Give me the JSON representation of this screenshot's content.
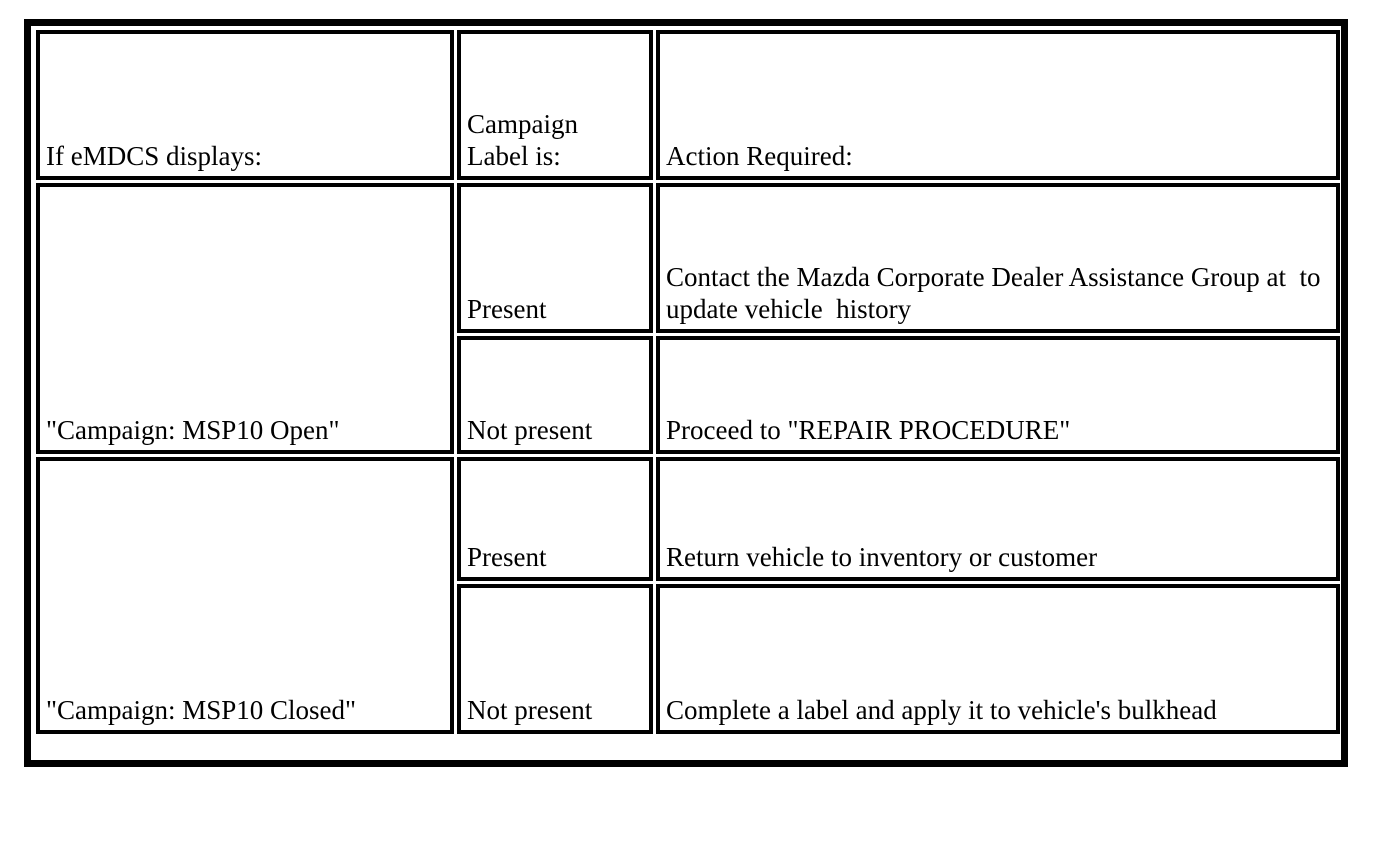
{
  "document": {
    "type": "table",
    "colors": {
      "border": "#000000",
      "background": "#ffffff",
      "text": "#000000"
    }
  },
  "table": {
    "columns": [
      {
        "key": "condition",
        "header": "If eMDCS displays:"
      },
      {
        "key": "label",
        "header": "Campaign\nLabel is:"
      },
      {
        "key": "action",
        "header": "Action Required:"
      }
    ],
    "headers": {
      "condition": "If eMDCS displays:",
      "label": "Campaign\nLabel is:",
      "action": "Action Required:"
    },
    "groups": [
      {
        "condition": "\"Campaign: MSP10 Open\"",
        "rows": [
          {
            "label": "Present",
            "action": "Contact the Mazda Corporate Dealer Assistance Group at  to update vehicle  history"
          },
          {
            "label": "Not present",
            "action": "Proceed to \"REPAIR PROCEDURE\""
          }
        ]
      },
      {
        "condition": "\"Campaign: MSP10 Closed\"",
        "rows": [
          {
            "label": "Present",
            "action": "Return vehicle to inventory or customer"
          },
          {
            "label": "Not present",
            "action": "Complete a label and apply it to vehicle's bulkhead"
          }
        ]
      }
    ]
  }
}
